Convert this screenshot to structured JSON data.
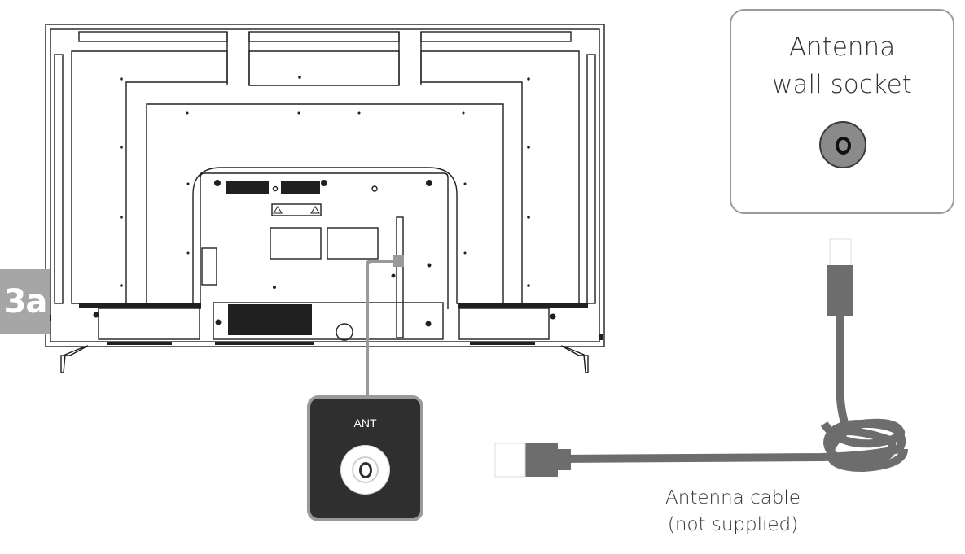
{
  "step_badge": "3a",
  "wall_socket": {
    "title": "Antenna\nwall socket"
  },
  "tv_panel": {
    "port_label": "ANT"
  },
  "cable": {
    "caption": "Antenna cable\n(not supplied)"
  },
  "colors": {
    "outline": "#202020",
    "panel_dark": "#2f2f2f",
    "cable_gray": "#6d6d6d",
    "frame_gray": "#9a9a9a",
    "badge_gray": "#a6a6a6"
  },
  "icons": {
    "tv": "tv-back-icon",
    "wall_socket_port": "coax-wall-port-icon",
    "tv_port": "coax-port-icon",
    "cable": "coax-cable-icon"
  }
}
